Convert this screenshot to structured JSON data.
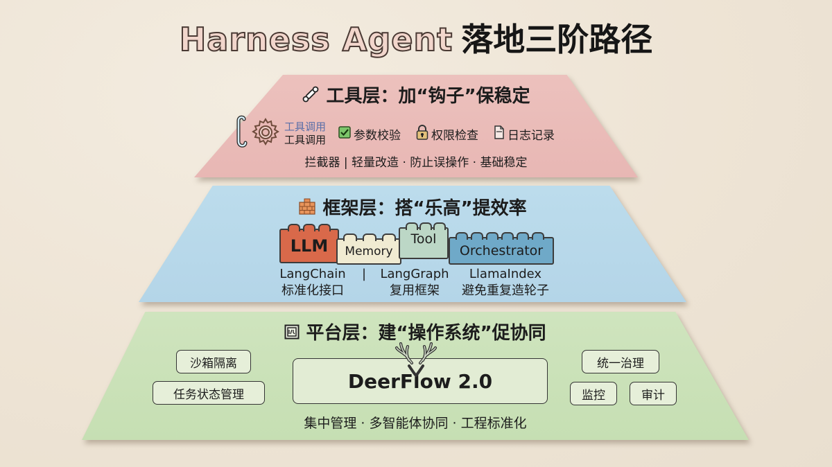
{
  "title": {
    "en": "Harness Agent",
    "zh": "落地三阶路径"
  },
  "layers": {
    "tool": {
      "title": "工具层：加“钩子”保稳定",
      "icon": "wrench-icon",
      "color": "#e8b8b5",
      "hook_text": {
        "line1": "工具调用",
        "line2": "工具调用"
      },
      "features": [
        {
          "icon": "checkbox-icon",
          "label": "参数校验"
        },
        {
          "icon": "lock-icon",
          "label": "权限检查"
        },
        {
          "icon": "document-icon",
          "label": "日志记录"
        }
      ],
      "subline": "拦截器 | 轻量改造 · 防止误操作 · 基础稳定"
    },
    "framework": {
      "title": "框架层：搭“乐高”提效率",
      "icon": "bricks-icon",
      "color": "#b6d7e9",
      "bricks": [
        {
          "label": "LLM",
          "color": "#d9694a"
        },
        {
          "label": "Memory",
          "color": "#f0ebd2"
        },
        {
          "label": "Tool",
          "color": "#bcd7c6"
        },
        {
          "label": "Orchestrator",
          "color": "#6fa9c8"
        }
      ],
      "libraries": [
        {
          "name": "LangChain",
          "desc": "标准化接口"
        },
        {
          "name": "|",
          "desc": ""
        },
        {
          "name": "LangGraph",
          "desc": "复用框架"
        },
        {
          "name": "LlamaIndex",
          "desc": "避免重复造轮子"
        }
      ]
    },
    "platform": {
      "title": "平台层：建“操作系统”促协同",
      "icon": "window-icon",
      "color": "#c9e0b7",
      "left_pills": [
        "沙箱隔离",
        "任务状态管理"
      ],
      "center": "DeerFlow 2.0",
      "center_icon": "deer-antlers-icon",
      "right_pills": [
        "统一治理",
        "监控",
        "审计"
      ],
      "subline": "集中管理 · 多智能体协同 · 工程标准化"
    }
  }
}
